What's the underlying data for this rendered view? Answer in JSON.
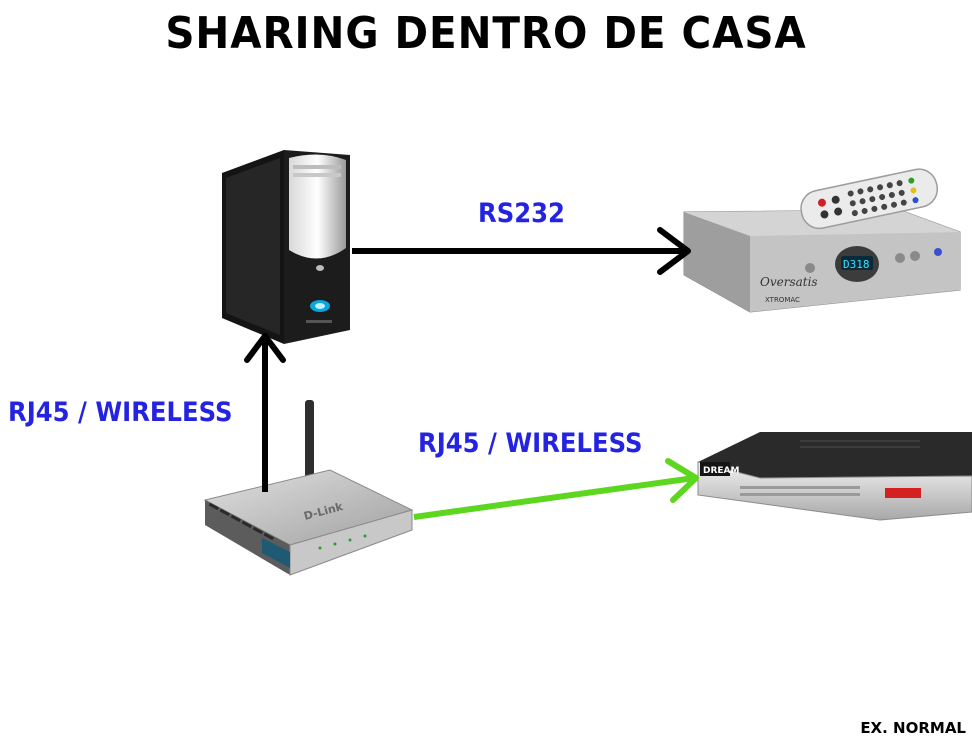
{
  "title": "SHARING DENTRO DE CASA",
  "labels": {
    "pc_to_receiver": "RS232",
    "router_to_pc": "RJ45 / WIRELESS",
    "router_to_dreambox": "RJ45 / WIRELESS"
  },
  "footer": "EX. NORMAL",
  "colors": {
    "label_text": "#2424e0",
    "black_arrow": "#000000",
    "green_arrow": "#5cd61e"
  },
  "devices": {
    "pc": {
      "icon": "pc-tower-icon"
    },
    "receiver": {
      "icon": "satellite-receiver-icon",
      "brand": "Oversatis",
      "display": "D318",
      "sub_brand": "XTROMAC"
    },
    "remote": {
      "icon": "remote-control-icon"
    },
    "router": {
      "icon": "wireless-router-icon",
      "brand": "D-Link"
    },
    "dreambox": {
      "icon": "dreambox-receiver-icon",
      "brand": "DREAM"
    }
  }
}
